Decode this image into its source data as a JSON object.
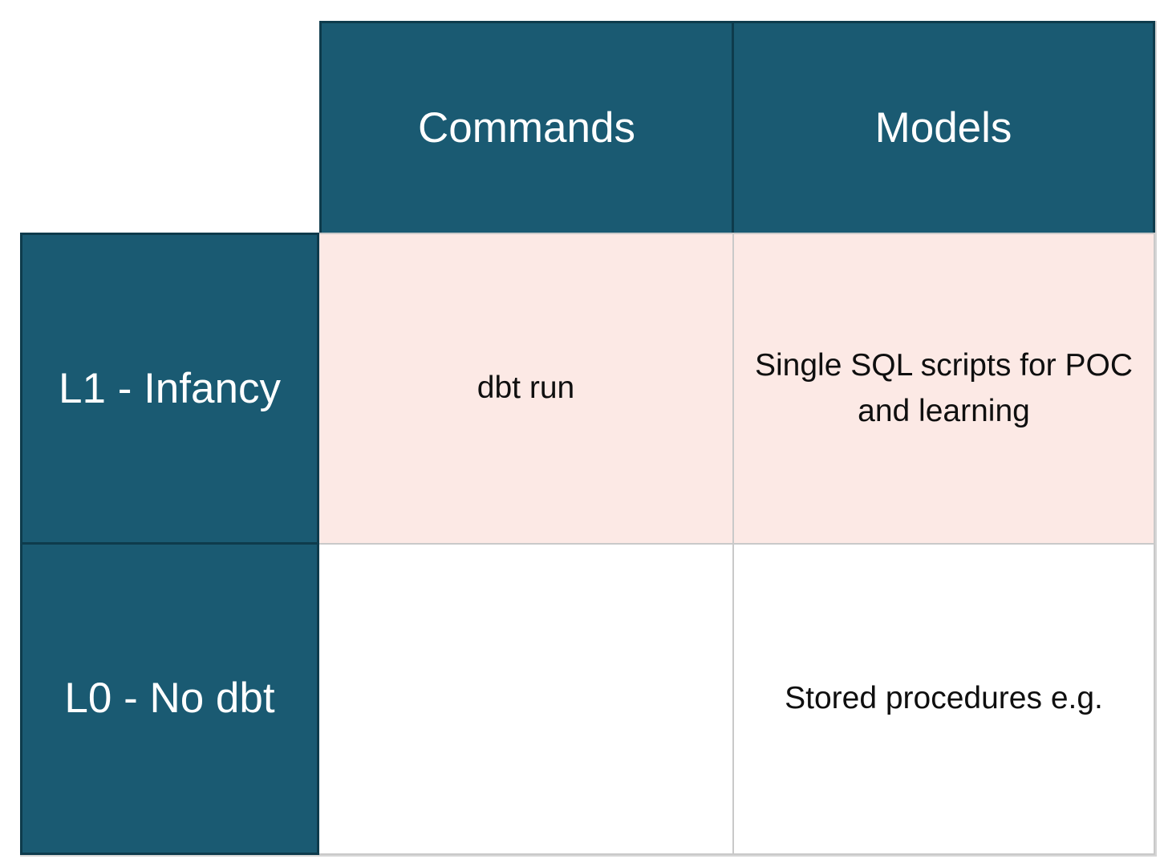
{
  "table": {
    "column_headers": [
      "Commands",
      "Models"
    ],
    "row_headers": [
      "L1 - Infancy",
      "L0 - No dbt"
    ],
    "cells": {
      "l1_commands": "dbt run",
      "l1_models": "Single SQL scripts for POC and learning",
      "l0_commands": "",
      "l0_models": "Stored procedures e.g."
    }
  },
  "colors": {
    "header_bg": "#1a5a72",
    "header_border": "#0e3b4c",
    "header_text": "#ffffff",
    "highlight_row_bg": "#fce9e5",
    "body_border": "#c9c9c9",
    "body_text": "#0f0f0f"
  }
}
